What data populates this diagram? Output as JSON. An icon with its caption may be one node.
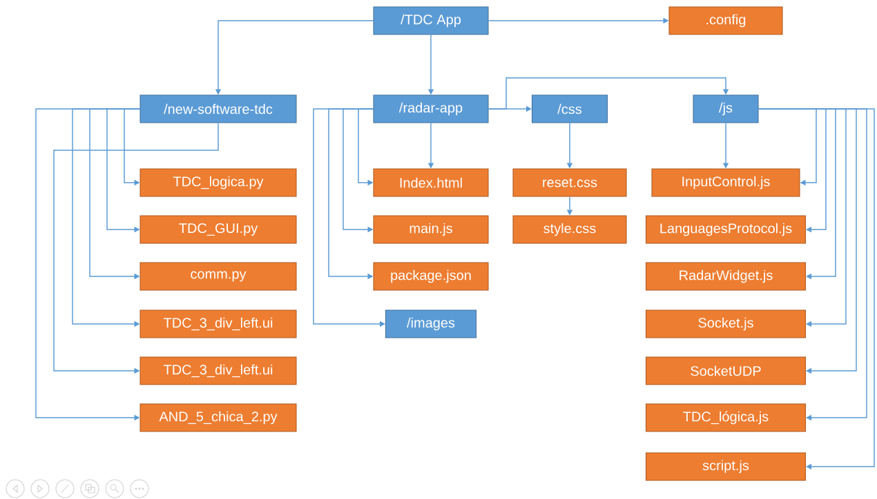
{
  "diagram": {
    "nodes": [
      {
        "text": [
          "/TDC App"
        ]
      },
      {
        "text": [
          ".config"
        ]
      },
      {
        "text": [
          "/new-software-tdc"
        ]
      },
      {
        "text": [
          "/radar-app"
        ]
      },
      {
        "text": [
          "/css"
        ]
      },
      {
        "text": [
          "/js"
        ]
      },
      {
        "text": [
          "TDC_logica.py"
        ]
      },
      {
        "text": [
          "TDC_GUI.py"
        ]
      },
      {
        "text": [
          "comm.py"
        ]
      },
      {
        "text": [
          "TDC_3_div_left.ui"
        ]
      },
      {
        "text": [
          "TDC_3_div_left.ui"
        ]
      },
      {
        "text": [
          "AND_5_chica_2.py"
        ]
      },
      {
        "text": [
          "Index.html"
        ]
      },
      {
        "text": [
          "main.js"
        ]
      },
      {
        "text": [
          "package.json"
        ]
      },
      {
        "text": [
          "/images"
        ]
      },
      {
        "text": [
          "reset.css"
        ]
      },
      {
        "text": [
          "style.css"
        ]
      },
      {
        "text": [
          "InputControl.js"
        ]
      },
      {
        "text": [
          "LanguagesProtocol.js"
        ]
      },
      {
        "text": [
          "RadarWidget.js"
        ]
      },
      {
        "text": [
          "Socket.js"
        ]
      },
      {
        "text": [
          "SocketUDP"
        ]
      },
      {
        "text": [
          "TDC_lógica.js"
        ]
      },
      {
        "text": [
          "script.js"
        ]
      }
    ],
    "edges": [
      {
        "from": 0,
        "to": 1,
        "arrow": "to"
      },
      {
        "from": 0,
        "to": 2,
        "arrow": "to"
      },
      {
        "from": 0,
        "to": 3,
        "arrow": "to"
      },
      {
        "from": 3,
        "to": 4,
        "arrow": "to"
      },
      {
        "from": 3,
        "to": 5,
        "arrow": "to"
      },
      {
        "from": 2,
        "to": 6,
        "arrow": "to"
      },
      {
        "from": 2,
        "to": 7,
        "arrow": "to"
      },
      {
        "from": 2,
        "to": 8,
        "arrow": "to"
      },
      {
        "from": 2,
        "to": 9,
        "arrow": "to"
      },
      {
        "from": 2,
        "to": 10,
        "arrow": "to"
      },
      {
        "from": 2,
        "to": 11,
        "arrow": "to"
      },
      {
        "from": 3,
        "to": 12,
        "arrow": "to"
      },
      {
        "from": 3,
        "to": 12,
        "arrow": "to"
      },
      {
        "from": 3,
        "to": 13,
        "arrow": "to"
      },
      {
        "from": 3,
        "to": 14,
        "arrow": "to"
      },
      {
        "from": 3,
        "to": 15,
        "arrow": "to"
      },
      {
        "from": 4,
        "to": 16,
        "arrow": "to"
      },
      {
        "from": 16,
        "to": 17,
        "arrow": "to"
      },
      {
        "from": 5,
        "to": 18,
        "arrow": "to"
      },
      {
        "from": 5,
        "to": 18,
        "arrow": "to"
      },
      {
        "from": 5,
        "to": 19,
        "arrow": "to"
      },
      {
        "from": 5,
        "to": 20,
        "arrow": "to"
      },
      {
        "from": 5,
        "to": 21,
        "arrow": "to"
      },
      {
        "from": 5,
        "to": 22,
        "arrow": "to"
      },
      {
        "from": 5,
        "to": 23,
        "arrow": "to"
      },
      {
        "from": 5,
        "to": 24,
        "arrow": "to"
      }
    ]
  }
}
